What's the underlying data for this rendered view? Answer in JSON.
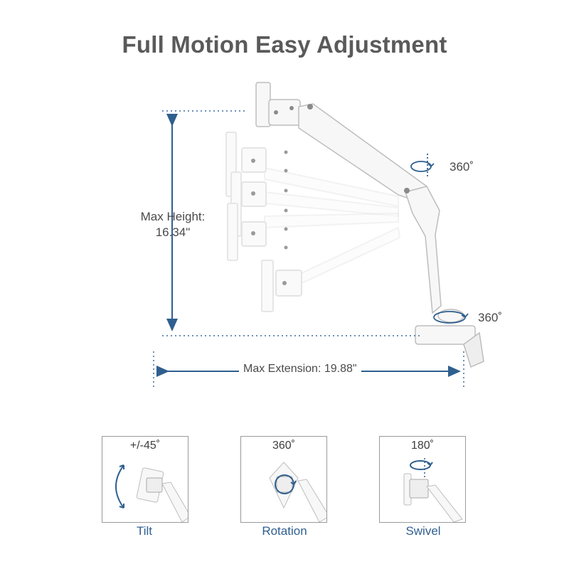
{
  "title": "Full Motion Easy Adjustment",
  "max_height": {
    "line1": "Max Height:",
    "line2": "16.34\""
  },
  "max_extension": "Max Extension: 19.88\"",
  "rotation_labels": {
    "upper_swivel": "360˚",
    "base_swivel": "360˚"
  },
  "panels": [
    {
      "degree": "+/-45˚",
      "caption": "Tilt"
    },
    {
      "degree": "360˚",
      "caption": "Rotation"
    },
    {
      "degree": "180˚",
      "caption": "Swivel"
    }
  ],
  "colors": {
    "title": "#5a5a5a",
    "accent_blue": "#2f5f8f",
    "dim_line": "#3d6c9c"
  }
}
